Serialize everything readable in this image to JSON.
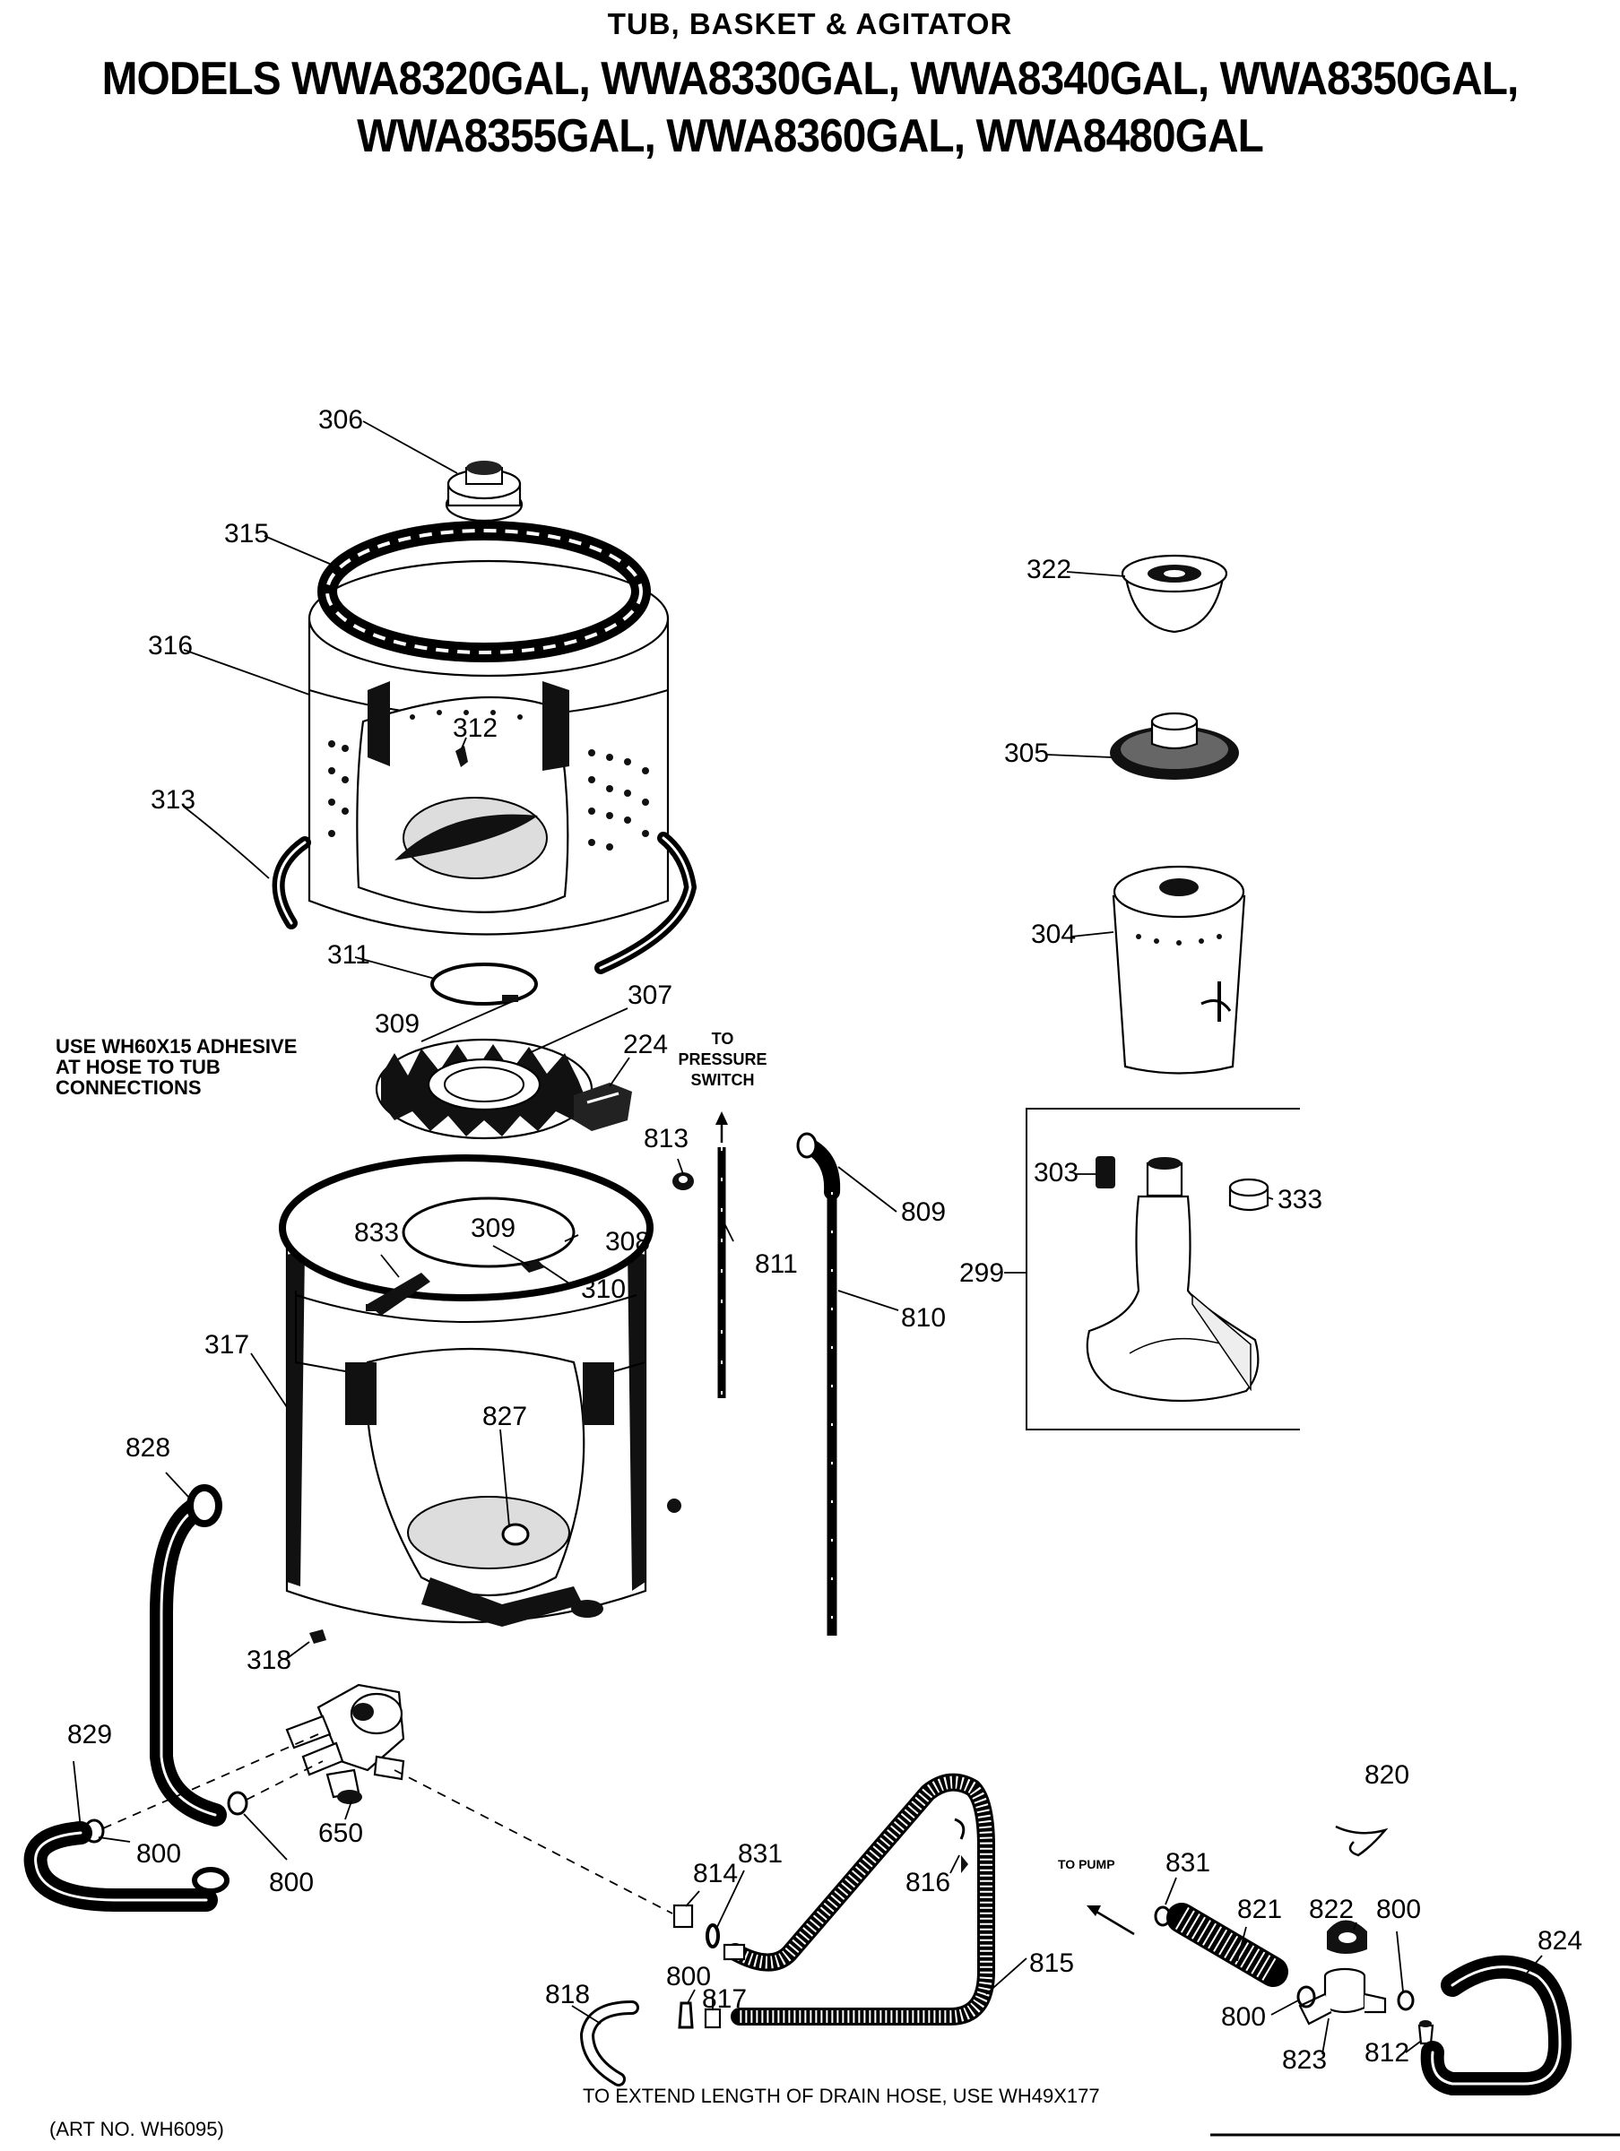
{
  "header": {
    "title": "TUB, BASKET & AGITATOR",
    "models_line1": "MODELS WWA8320GAL, WWA8330GAL, WWA8340GAL, WWA8350GAL,",
    "models_line2": "WWA8355GAL, WWA8360GAL, WWA8480GAL"
  },
  "notes": {
    "adhesive_1": "USE WH60X15 ADHESIVE",
    "adhesive_2": "AT HOSE TO TUB",
    "adhesive_3": "CONNECTIONS",
    "to_pressure_switch_1": "TO",
    "to_pressure_switch_2": "PRESSURE",
    "to_pressure_switch_3": "SWITCH",
    "to_pump": "TO PUMP",
    "drain_hose": "TO EXTEND LENGTH OF DRAIN HOSE, USE WH49X177",
    "art_no": "(ART NO. WH6095)"
  },
  "parts": {
    "p306": "306",
    "p315": "315",
    "p316": "316",
    "p312": "312",
    "p313": "313",
    "p311": "311",
    "p309a": "309",
    "p307": "307",
    "p224": "224",
    "p813": "813",
    "p833": "833",
    "p309b": "309",
    "p308": "308",
    "p310": "310",
    "p317": "317",
    "p827": "827",
    "p811": "811",
    "p809": "809",
    "p810": "810",
    "p828": "828",
    "p318": "318",
    "p829": "829",
    "p800a": "800",
    "p800b": "800",
    "p650": "650",
    "p322": "322",
    "p305": "305",
    "p304": "304",
    "p303": "303",
    "p333": "333",
    "p299": "299",
    "p814": "814",
    "p831a": "831",
    "p816": "816",
    "p815": "815",
    "p818": "818",
    "p800c": "800",
    "p817": "817",
    "p820": "820",
    "p831b": "831",
    "p821": "821",
    "p822": "822",
    "p800d": "800",
    "p824": "824",
    "p800e": "800",
    "p823": "823",
    "p812": "812"
  },
  "icons": {
    "arrow_up": "arrow-up-icon",
    "arrow_left": "arrow-left-icon"
  }
}
